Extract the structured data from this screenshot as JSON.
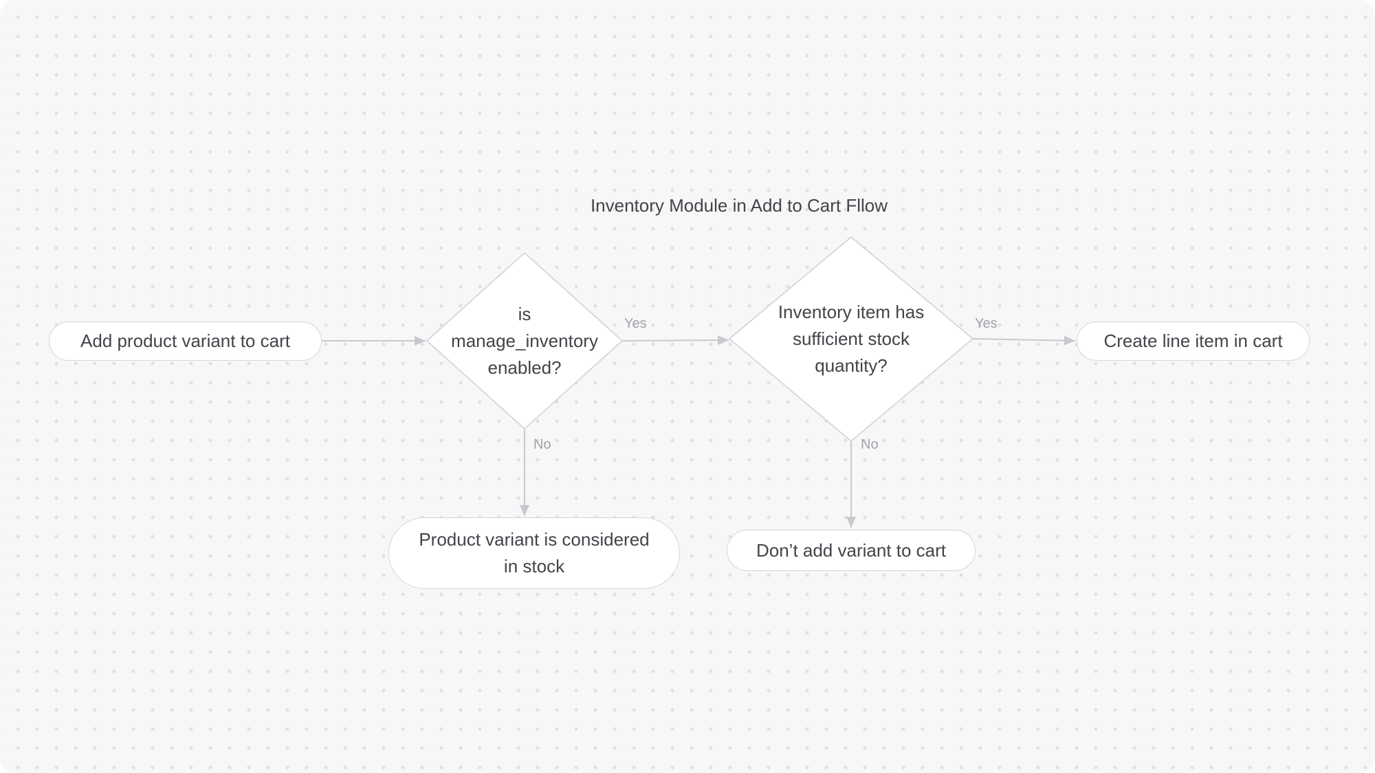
{
  "title": "Inventory Module in Add to Cart Fllow",
  "colors": {
    "canvas_bg": "#F7F7F8",
    "dot_grid": "#E0E0E4",
    "node_fill": "#FFFFFF",
    "node_border": "#D6D6DB",
    "node_text": "#43434A",
    "edge_stroke": "#C8C8CF",
    "edge_label_text": "#A2A3AB"
  },
  "diagram": {
    "nodes": [
      {
        "id": "add-product-variant",
        "shape": "pill",
        "label": "Add product variant to cart",
        "lines": [
          "Add product variant to cart"
        ]
      },
      {
        "id": "is-manage-inventory-enabled",
        "shape": "diamond",
        "label": "is manage_inventory enabled?",
        "lines": [
          "is",
          "manage_inventory",
          "enabled?"
        ]
      },
      {
        "id": "inventory-sufficient-stock",
        "shape": "diamond",
        "label": "Inventory item has sufficient stock quantity?",
        "lines": [
          "Inventory item has",
          "sufficient stock",
          "quantity?"
        ]
      },
      {
        "id": "create-line-item",
        "shape": "pill",
        "label": "Create line item in cart",
        "lines": [
          "Create line item in cart"
        ]
      },
      {
        "id": "variant-considered-in-stock",
        "shape": "pill",
        "label": "Product variant is considered in stock",
        "lines": [
          "Product variant is considered",
          "in stock"
        ]
      },
      {
        "id": "dont-add-variant",
        "shape": "pill",
        "label": "Don’t add variant to cart",
        "lines": [
          "Don’t add variant to cart"
        ]
      }
    ],
    "edges": [
      {
        "from": "add-product-variant",
        "to": "is-manage-inventory-enabled",
        "label": ""
      },
      {
        "from": "is-manage-inventory-enabled",
        "to": "inventory-sufficient-stock",
        "label": "Yes"
      },
      {
        "from": "inventory-sufficient-stock",
        "to": "create-line-item",
        "label": "Yes"
      },
      {
        "from": "is-manage-inventory-enabled",
        "to": "variant-considered-in-stock",
        "label": "No"
      },
      {
        "from": "inventory-sufficient-stock",
        "to": "dont-add-variant",
        "label": "No"
      }
    ]
  }
}
